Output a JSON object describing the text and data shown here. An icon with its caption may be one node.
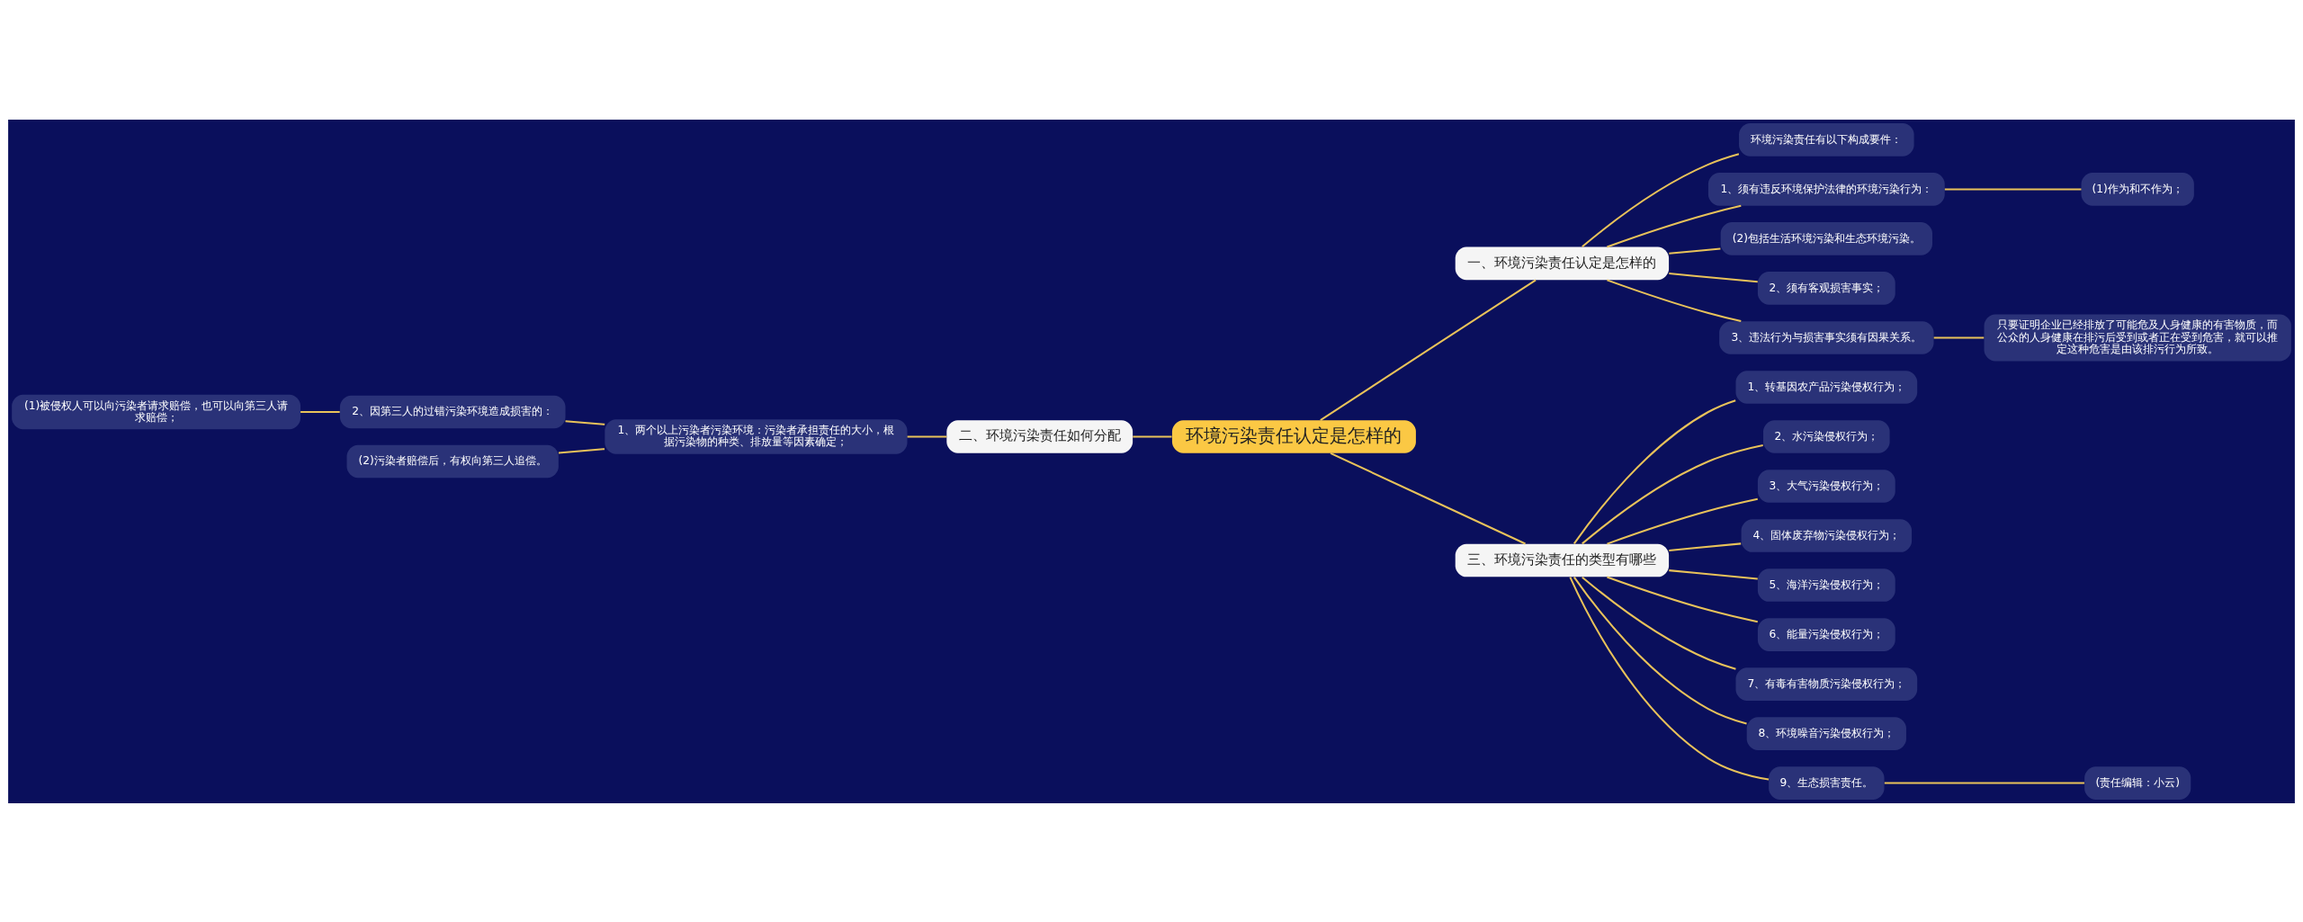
{
  "diagram": {
    "nodes": [
      {
        "text": [
          "环境污染责任认定是怎样的"
        ]
      },
      {
        "text": [
          "一、环境污染责任认定是怎样的"
        ]
      },
      {
        "text": [
          "环境污染责任有以下构成要件："
        ]
      },
      {
        "text": [
          "1、须有违反环境保护法律的环境污染行为："
        ]
      },
      {
        "text": [
          "(1)作为和不作为；"
        ]
      },
      {
        "text": [
          "(2)包括生活环境污染和生态环境污染。"
        ]
      },
      {
        "text": [
          "2、须有客观损害事实；"
        ]
      },
      {
        "text": [
          "3、违法行为与损害事实须有因果关系。"
        ]
      },
      {
        "text": [
          "只要证明企业已经排放了可能危及人身健康的有害物质，而公众的人身健康在排污后受到或者正在受到危害，就可以推定这种危害是由该排污行为所致。"
        ]
      },
      {
        "text": [
          "二、环境污染责任如何分配"
        ]
      },
      {
        "text": [
          "1、两个以上污染者污染环境：污染者承担责任的大小，根据污染物的种类、排放量等因素确定；"
        ]
      },
      {
        "text": [
          "2、因第三人的过错污染环境造成损害的："
        ]
      },
      {
        "text": [
          "(1)被侵权人可以向污染者请求赔偿，也可以向第三人请求赔偿；"
        ]
      },
      {
        "text": [
          "(2)污染者赔偿后，有权向第三人追偿。"
        ]
      },
      {
        "text": [
          "三、环境污染责任的类型有哪些"
        ]
      },
      {
        "text": [
          "1、转基因农产品污染侵权行为；"
        ]
      },
      {
        "text": [
          "2、水污染侵权行为；"
        ]
      },
      {
        "text": [
          "3、大气污染侵权行为；"
        ]
      },
      {
        "text": [
          "4、固体废弃物污染侵权行为；"
        ]
      },
      {
        "text": [
          "5、海洋污染侵权行为；"
        ]
      },
      {
        "text": [
          "6、能量污染侵权行为；"
        ]
      },
      {
        "text": [
          "7、有毒有害物质污染侵权行为；"
        ]
      },
      {
        "text": [
          "8、环境噪音污染侵权行为；"
        ]
      },
      {
        "text": [
          "9、生态损害责任。"
        ]
      },
      {
        "text": [
          "(责任编辑：小云)"
        ]
      }
    ],
    "edges": [
      {
        "from": 0,
        "to": 1,
        "arrow": "none"
      },
      {
        "from": 1,
        "to": 2,
        "arrow": "none"
      },
      {
        "from": 1,
        "to": 3,
        "arrow": "none"
      },
      {
        "from": 3,
        "to": 4,
        "arrow": "none"
      },
      {
        "from": 1,
        "to": 5,
        "arrow": "none"
      },
      {
        "from": 1,
        "to": 6,
        "arrow": "none"
      },
      {
        "from": 1,
        "to": 7,
        "arrow": "none"
      },
      {
        "from": 7,
        "to": 8,
        "arrow": "none"
      },
      {
        "from": 0,
        "to": 9,
        "arrow": "none"
      },
      {
        "from": 9,
        "to": 10,
        "arrow": "none"
      },
      {
        "from": 10,
        "to": 11,
        "arrow": "none"
      },
      {
        "from": 11,
        "to": 12,
        "arrow": "none"
      },
      {
        "from": 10,
        "to": 13,
        "arrow": "none"
      },
      {
        "from": 0,
        "to": 14,
        "arrow": "none"
      },
      {
        "from": 14,
        "to": 15,
        "arrow": "none"
      },
      {
        "from": 14,
        "to": 16,
        "arrow": "none"
      },
      {
        "from": 14,
        "to": 17,
        "arrow": "none"
      },
      {
        "from": 14,
        "to": 18,
        "arrow": "none"
      },
      {
        "from": 14,
        "to": 19,
        "arrow": "none"
      },
      {
        "from": 14,
        "to": 20,
        "arrow": "none"
      },
      {
        "from": 14,
        "to": 21,
        "arrow": "none"
      },
      {
        "from": 14,
        "to": 22,
        "arrow": "none"
      },
      {
        "from": 14,
        "to": 23,
        "arrow": "none"
      },
      {
        "from": 23,
        "to": 24,
        "arrow": "none"
      }
    ]
  }
}
